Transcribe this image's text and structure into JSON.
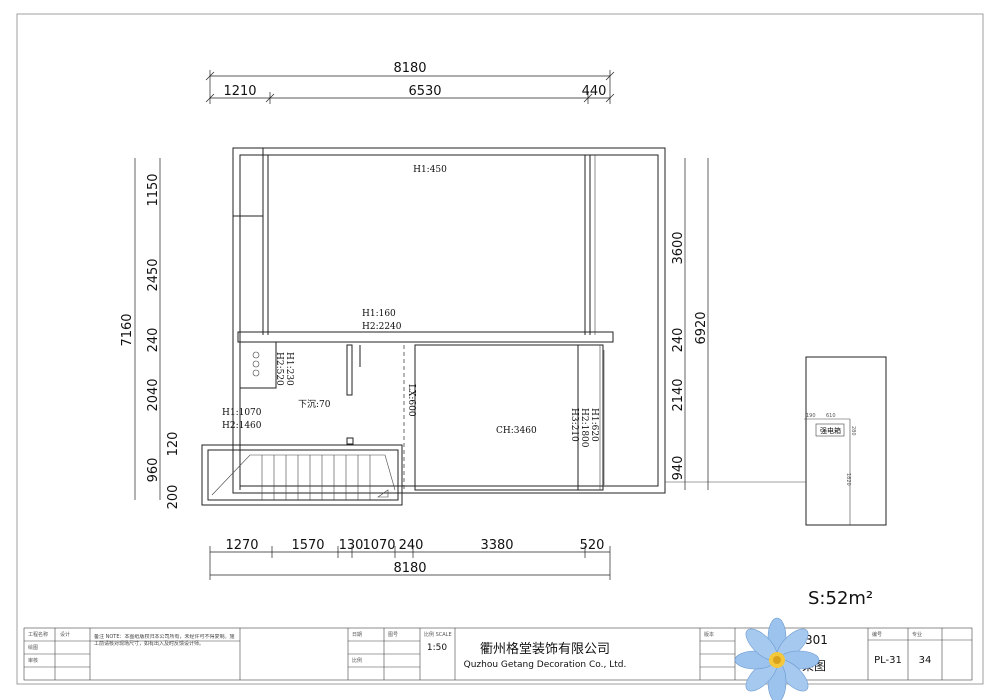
{
  "top_dims": {
    "overall": "8180",
    "segments": [
      "1210",
      "6530",
      "440"
    ]
  },
  "bottom_dims": {
    "overall": "8180",
    "segments": [
      "1270",
      "1570",
      "130",
      "1070",
      "240",
      "3380",
      "520"
    ]
  },
  "left_dims": {
    "overall": "7160",
    "segments": [
      "1150",
      "2450",
      "240",
      "2040",
      "120",
      "960",
      "200"
    ]
  },
  "right_dims": {
    "overall": "6920",
    "segments": [
      "3600",
      "240",
      "2140",
      "940"
    ]
  },
  "room_labels": {
    "upper_h1": "H1:450",
    "door_h1": "H1:160",
    "door_h2": "H2:2240",
    "win_left_h1": "H1:230",
    "win_left_h2": "H2:520",
    "sunken": "下沉:70",
    "beam": "LX:600",
    "ceiling": "CH:3460",
    "win_right_h1": "H1:620",
    "win_right_h2": "H2:1800",
    "win_right_h3": "H3:210",
    "door_left_h1": "H1:1070",
    "door_left_h2": "H2:1460"
  },
  "side_box": {
    "label": "强电箱",
    "dims": [
      "190",
      "610",
      "280",
      "1820"
    ]
  },
  "area": "S:52m²",
  "title_block": {
    "company_cn": "衢州格堂装饰有限公司",
    "company_en": "Quzhou Getang Decoration Co., Ltd.",
    "scale": "1:50",
    "scale_label": "比例 SCALE",
    "project_partial": "301",
    "drawing_name_partial": "架图",
    "drawing_no": "PL-31",
    "page": "34",
    "notes": "备注 NOTE：本图纸版权归本公司所有，未经许可不得复制。施工前请核对现场尺寸，如有出入及时反馈设计师。",
    "small_cells": [
      "工程名称",
      "设计",
      "绘图",
      "审核",
      "日期",
      "图号",
      "比例",
      "版本",
      "编号",
      "专业"
    ]
  }
}
